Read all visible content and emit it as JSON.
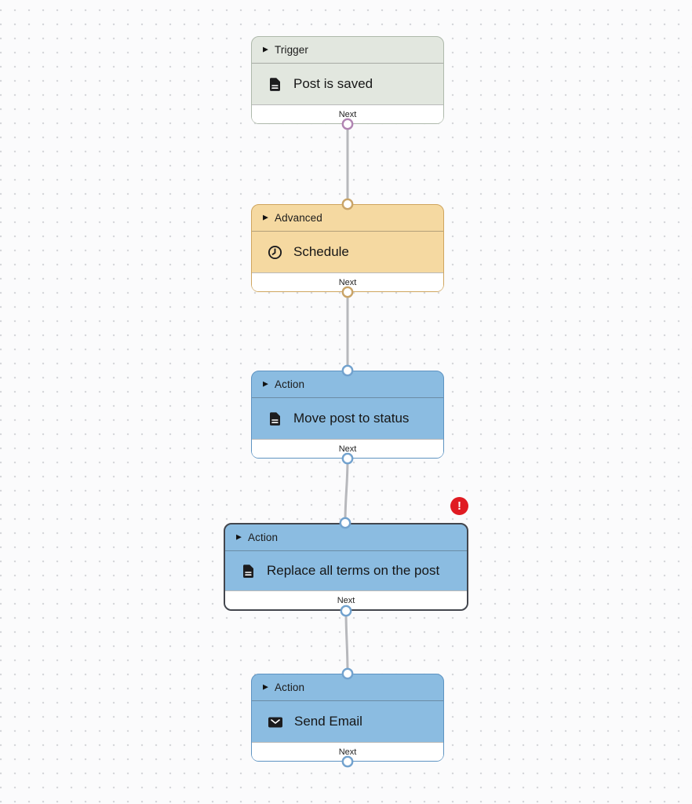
{
  "canvas": {
    "background": "#fbfbfc",
    "dot_color": "#d6d7db",
    "connector_color": "#b7b8bc"
  },
  "icons": {
    "collapse_triangle": "▶"
  },
  "nodes": [
    {
      "category": "Trigger",
      "title": "Post is saved",
      "icon": "document-icon",
      "footer_label": "Next",
      "colors": {
        "bg": "#e2e7df",
        "border": "#aeb9ab",
        "port": "#b084b2"
      }
    },
    {
      "category": "Advanced",
      "title": "Schedule",
      "icon": "clock-icon",
      "footer_label": "Next",
      "colors": {
        "bg": "#f5d9a1",
        "border": "#cfa55e",
        "port": "#c9a468"
      }
    },
    {
      "category": "Action",
      "title": "Move post to status",
      "icon": "document-icon",
      "footer_label": "Next",
      "colors": {
        "bg": "#8bbce1",
        "border": "#5d93c2",
        "port": "#72a2ce"
      }
    },
    {
      "category": "Action",
      "title": "Replace all terms on the post",
      "icon": "document-icon",
      "footer_label": "Next",
      "selected": true,
      "has_error": true,
      "colors": {
        "bg": "#8bbce1",
        "border": "#43464d",
        "port": "#72a2ce"
      }
    },
    {
      "category": "Action",
      "title": "Send Email",
      "icon": "email-icon",
      "footer_label": "Next",
      "colors": {
        "bg": "#8bbce1",
        "border": "#5d93c2",
        "port": "#72a2ce"
      }
    }
  ],
  "error_badge": {
    "symbol": "!",
    "color": "#e01b22"
  }
}
